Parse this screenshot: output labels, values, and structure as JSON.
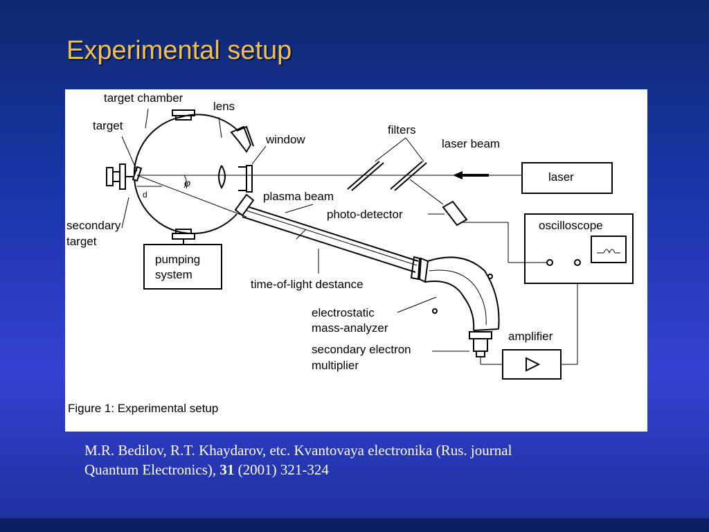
{
  "slide": {
    "title": "Experimental setup"
  },
  "figure": {
    "labels": {
      "target_chamber": "target chamber",
      "lens": "lens",
      "target": "target",
      "window": "window",
      "filters": "filters",
      "laser_beam": "laser beam",
      "laser": "laser",
      "plasma_beam": "plasma beam",
      "photo_detector": "photo-detector",
      "oscilloscope": "oscilloscope",
      "secondary_target_line1": "secondary",
      "secondary_target_line2": "target",
      "pumping_line1": "pumping",
      "pumping_line2": "system",
      "time_of_flight": "time-of-light destance",
      "electrostatic_line1": "electrostatic",
      "electrostatic_line2": "mass-analyzer",
      "sem_line1": "secondary electron",
      "sem_line2": "multiplier",
      "amplifier": "amplifier",
      "distance_symbol": "d",
      "angle_symbol": "φ"
    },
    "caption": "Figure 1: Experimental setup"
  },
  "citation": {
    "line1": "M.R. Bedilov, R.T. Khaydarov, etc. Kvantovaya electronika (Rus. journal",
    "line2_prefix": "Quantum Electronics), ",
    "volume": "31",
    "line2_suffix": " (2001) 321-324"
  }
}
